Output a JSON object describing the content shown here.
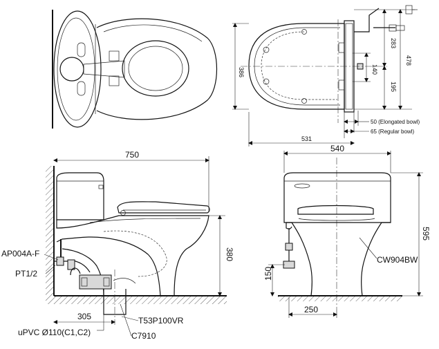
{
  "labels": {
    "top_depth": "531",
    "top_width": "386",
    "dim_283": "283",
    "dim_478": "478",
    "dim_140": "140",
    "dim_195": "195",
    "note_elongated": "50 (Elongated bowl)",
    "note_regular": "65 (Regular bowl)",
    "side_length": "750",
    "side_height": "380",
    "side_rough_in": "305",
    "front_width": "540",
    "front_height": "595",
    "front_supply": "150",
    "front_base": "250"
  },
  "parts": {
    "valve": "AP004A-F",
    "thread": "PT1/2",
    "pipe": "uPVC Ø110(C1,C2)",
    "flange": "T53P100VR",
    "ring": "C7910",
    "seat": "CW904BW"
  }
}
